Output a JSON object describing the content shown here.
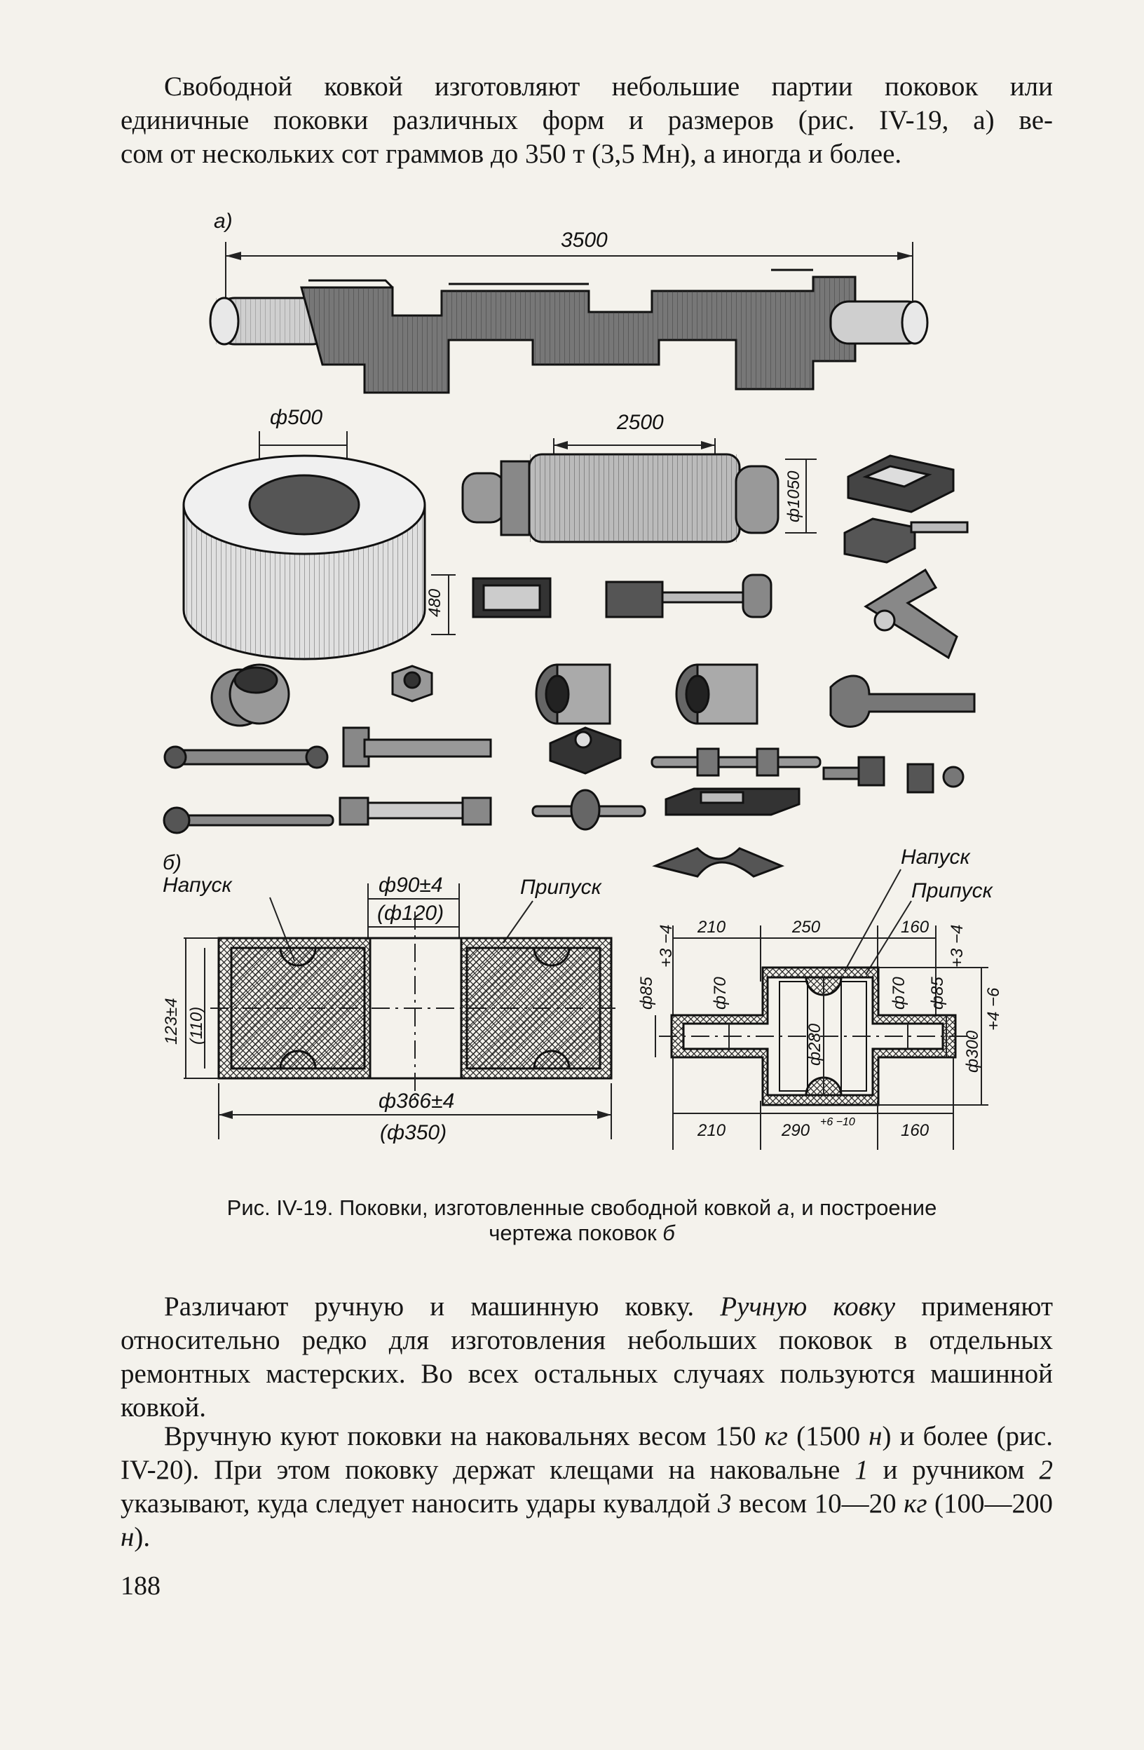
{
  "top_paragraph": {
    "lines": [
      "Свободной ковкой изготовляют небольшие партии поковок или",
      "единичные поковки различных форм и размеров (рис. IV-19, а) ве-",
      "сом от нескольких сот граммов до 350 т (3,5 Мн), а иногда и более."
    ]
  },
  "figure": {
    "panel_a_label": "а)",
    "panel_b_label": "б)",
    "dims": {
      "shaft_length": "3500",
      "ring_diameter": "ф500",
      "ring_height": "480",
      "roller_length": "2500",
      "roller_diameter": "ф1050",
      "b_bore": "ф90±4",
      "b_bore_nominal": "(ф120)",
      "b_outer": "ф366±4",
      "b_outer_nominal": "(ф350)",
      "b_height": "123±4",
      "b_height_nominal": "(110)",
      "c_top_left": "210",
      "c_top_mid": "250",
      "c_top_right": "160",
      "c_bottom_left": "210",
      "c_bottom_mid": "290",
      "c_bottom_mid_tol": "+6 −10",
      "c_bottom_right": "160",
      "c_d85_left": "ф85",
      "c_d85_left_tol": "+3 −4",
      "c_d70_left": "ф70",
      "c_d280": "ф280",
      "c_d70_right": "ф70",
      "c_d85_right": "ф85",
      "c_d85_right_tol": "+3 −4",
      "c_d300": "ф300",
      "c_d300_tol": "+4 −6"
    },
    "labels": {
      "napusk_left": "Напуск",
      "pripusk_left": "Припуск",
      "napusk_right": "Напуск",
      "pripusk_right": "Припуск"
    }
  },
  "caption": {
    "prefix": "Рис. IV-19. Поковки, изготовленные свободной ковкой",
    "ref_a": "а",
    "middle": ", и построение",
    "line2": "чертежа поковок",
    "ref_b": "б"
  },
  "paragraph_2": {
    "t1": "Различают ручную и машинную ковку. ",
    "t2": "Ручную ковку",
    "t3": " применяют относительно редко для изготовления небольших поковок в отдельных ремонтных мастерских. Во всех остальных случаях пользуются машинной ковкой."
  },
  "paragraph_3": {
    "t1": "Вручную куют поковки на наковальнях весом 150 ",
    "u1": "кг",
    "t2": " (1500 ",
    "u2": "н",
    "t3": ") и более (рис. IV-20). При этом поковку держат клещами на наковальне ",
    "n1": "1",
    "t4": " и ручником ",
    "n2": "2",
    "t5": " указывают, куда следует наносить удары кувалдой ",
    "n3": "3",
    "t6": " весом 10—20 ",
    "u3": "кг",
    "t7": " (100—200 ",
    "u4": "н",
    "t8": ")."
  },
  "page_number": "188"
}
